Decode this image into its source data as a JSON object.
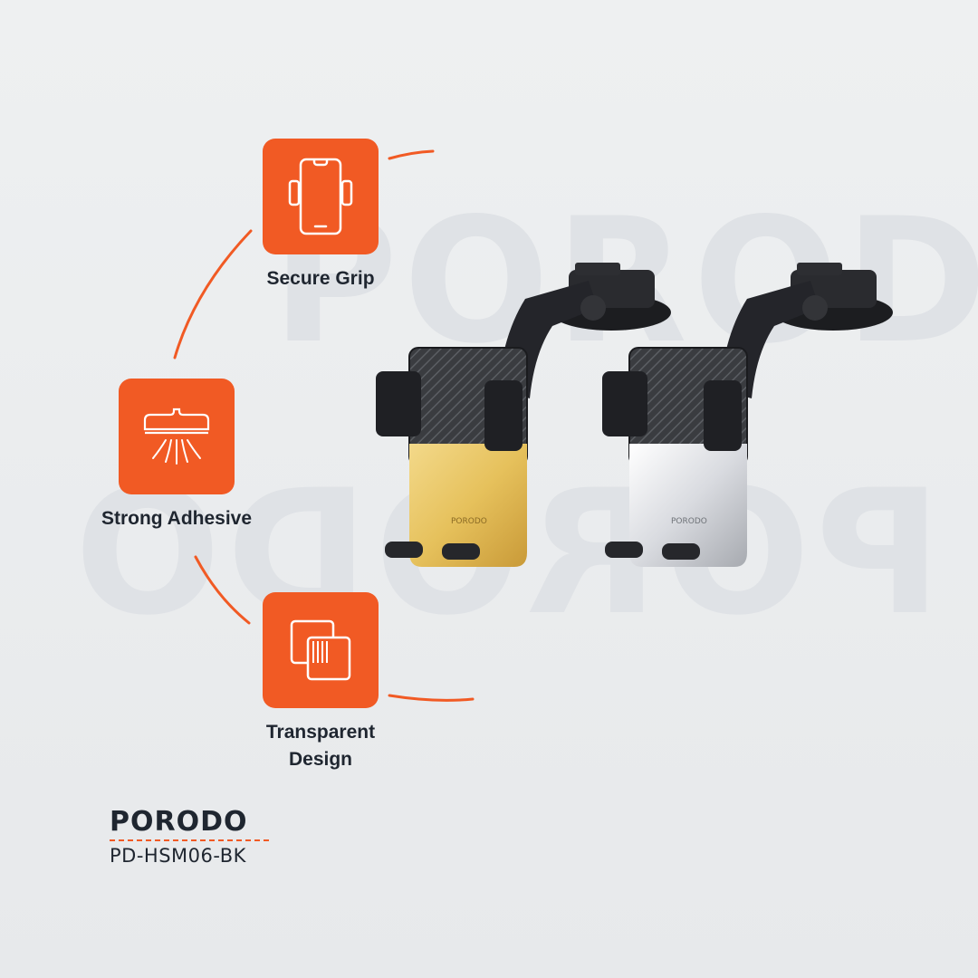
{
  "watermark": {
    "text": "PORODO"
  },
  "features": [
    {
      "icon": "phone-grip-icon",
      "label": "Secure Grip"
    },
    {
      "icon": "suction-cup-icon",
      "label": "Strong Adhesive"
    },
    {
      "icon": "transparent-layers-icon",
      "label": "Transparent Design"
    }
  ],
  "feature_labels": {
    "secure_grip": "Secure Grip",
    "strong_adhesive": "Strong Adhesive",
    "transparent_line1": "Transparent",
    "transparent_line2": "Design"
  },
  "products": [
    {
      "variant": "gold",
      "logo_text": "PORODO"
    },
    {
      "variant": "silver",
      "logo_text": "PORODO"
    }
  ],
  "brand": {
    "logo": "PORODO",
    "model": "PD-HSM06-BK"
  },
  "colors": {
    "accent": "#f15a24",
    "text": "#1f2630",
    "background": "#eceef0",
    "gold": "#e9c867",
    "silver": "#d6d8dc"
  }
}
